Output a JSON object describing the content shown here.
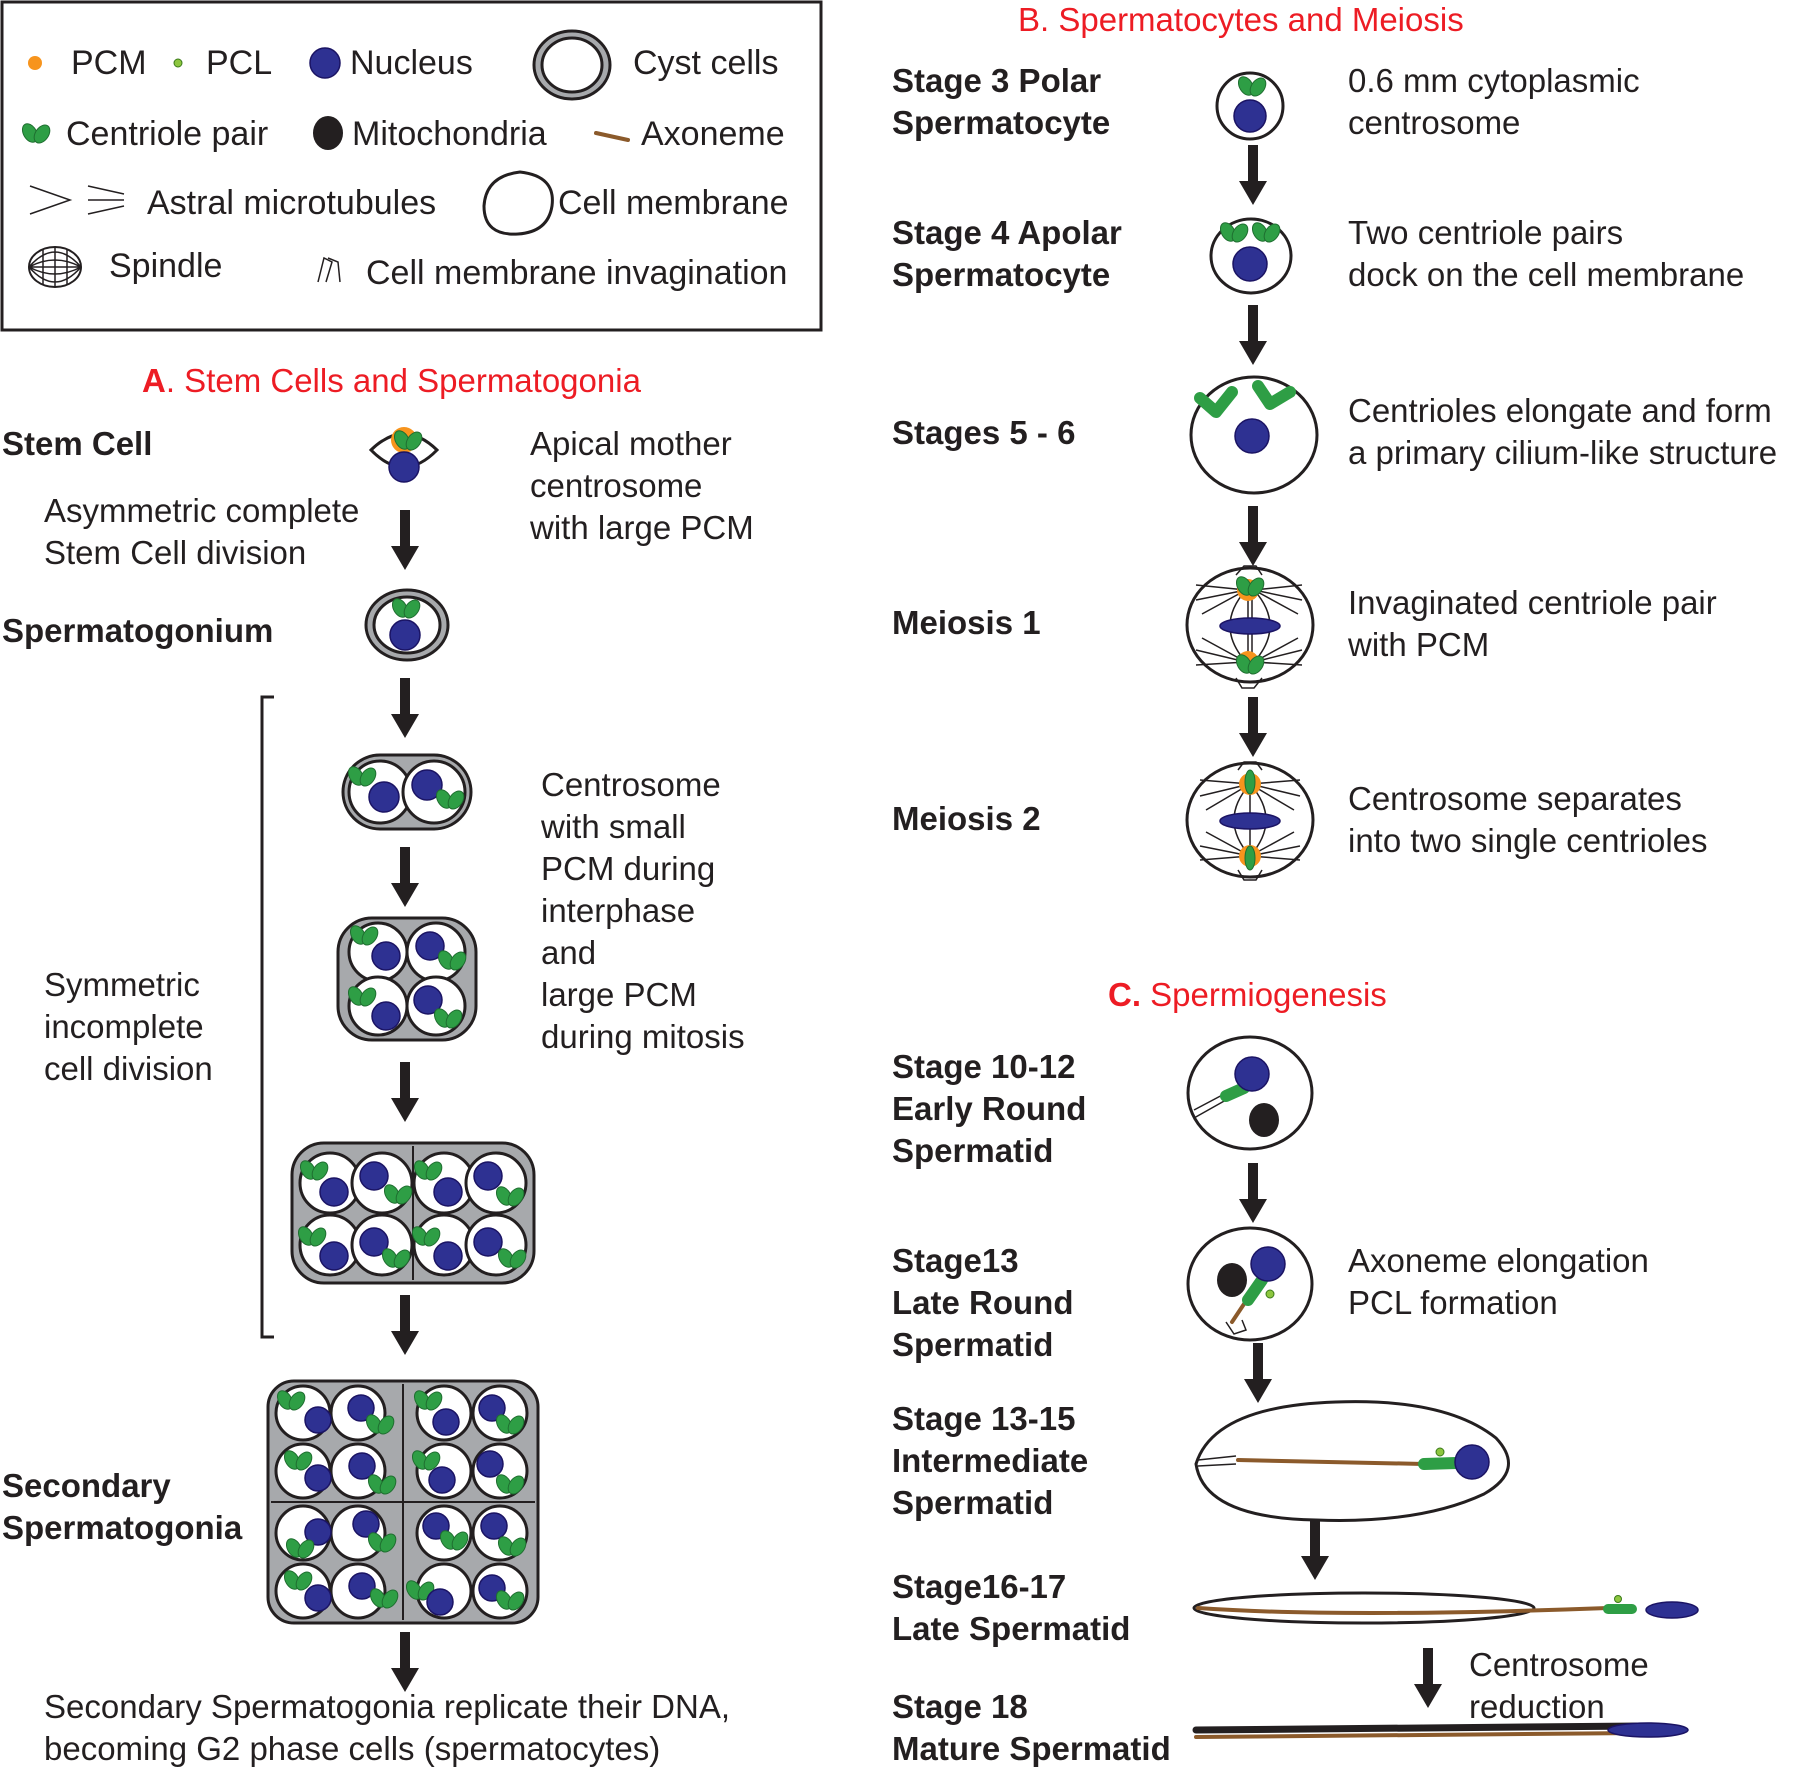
{
  "legend": {
    "pcm": "PCM",
    "pcl": "PCL",
    "nucleus": "Nucleus",
    "cyst_cells": "Cyst cells",
    "centriole_pair": "Centriole pair",
    "mitochondria": "Mitochondria",
    "axoneme": "Axoneme",
    "astral_microtubules": "Astral microtubules",
    "cell_membrane": "Cell membrane",
    "spindle": "Spindle",
    "cell_membrane_invagination": "Cell membrane invagination"
  },
  "panel_a": {
    "title_letter": "A",
    "title_rest": ". Stem Cells and Spermatogonia",
    "stem_cell": "Stem Cell",
    "stem_desc_lines": [
      "Apical mother",
      "centrosome",
      "with large PCM"
    ],
    "asym_lines": [
      "Asymmetric complete",
      "Stem Cell division"
    ],
    "spermatogonium": "Spermatogonium",
    "centrosome_desc_lines": [
      "Centrosome",
      "with small",
      "PCM during",
      "interphase",
      "and",
      "large PCM",
      "during mitosis"
    ],
    "sym_lines": [
      "Symmetric",
      "incomplete",
      "cell division"
    ],
    "secondary_lines": [
      "Secondary",
      "Spermatogonia"
    ],
    "bottom_lines": [
      "Secondary Spermatogonia replicate their DNA,",
      "becoming G2 phase cells (spermatocytes)"
    ]
  },
  "panel_b": {
    "title": "B. Spermatocytes and Meiosis",
    "stage3_lines": [
      "Stage 3 Polar",
      "Spermatocyte"
    ],
    "stage3_desc_lines": [
      "0.6 mm cytoplasmic",
      "centrosome"
    ],
    "stage4_lines": [
      "Stage 4 Apolar",
      "Spermatocyte"
    ],
    "stage4_desc_lines": [
      "Two centriole pairs",
      "dock on the cell membrane"
    ],
    "stage56": "Stages 5 - 6",
    "stage56_desc_lines": [
      "Centrioles elongate and form",
      "a primary cilium-like structure"
    ],
    "meiosis1": "Meiosis 1",
    "meiosis1_desc_lines": [
      "Invaginated centriole pair",
      "with PCM"
    ],
    "meiosis2": "Meiosis 2",
    "meiosis2_desc_lines": [
      "Centrosome separates",
      "into two single centrioles"
    ]
  },
  "panel_c": {
    "title_letter": "C.",
    "title_rest": " Spermiogenesis",
    "stage1012_lines": [
      "Stage 10-12",
      "Early Round",
      "Spermatid"
    ],
    "stage13_lines": [
      "Stage13",
      "Late Round",
      "Spermatid"
    ],
    "stage13_desc_lines": [
      "Axoneme elongation",
      "PCL formation"
    ],
    "stage1315_lines": [
      "Stage 13-15",
      "Intermediate",
      "Spermatid"
    ],
    "stage1617_lines": [
      "Stage16-17",
      "Late Spermatid"
    ],
    "reduction_lines": [
      "Centrosome",
      "reduction"
    ],
    "stage18_lines": [
      "Stage 18",
      "Mature Spermatid"
    ]
  },
  "colors": {
    "pcm": "#f7941d",
    "pcl": "#8dc63f",
    "nucleus": "#2e3192",
    "centriole": "#2e9e45",
    "axoneme": "#8b5a2b",
    "cyst": "#a7a9ac",
    "title_red": "#ed1c24"
  }
}
